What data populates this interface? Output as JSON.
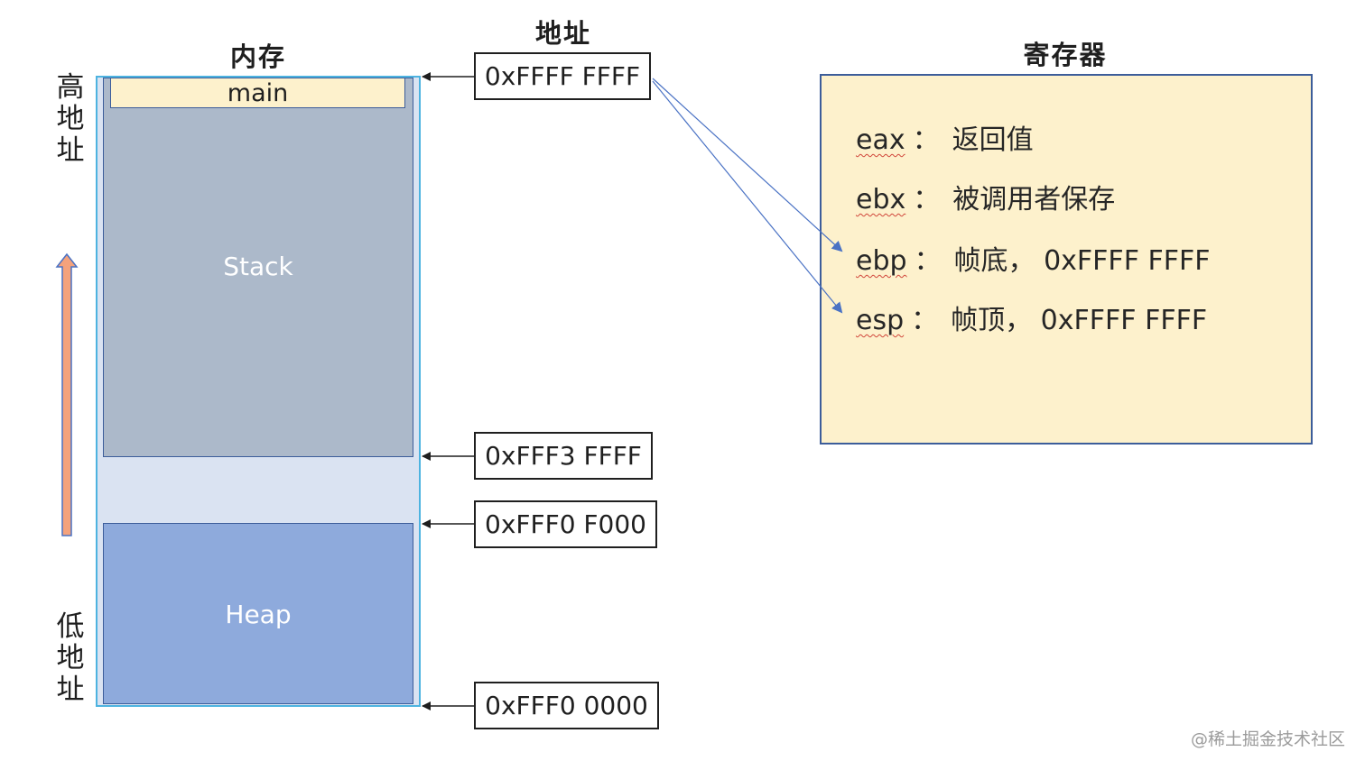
{
  "titles": {
    "memory": "内存",
    "address": "地址",
    "registers": "寄存器"
  },
  "axis": {
    "high": "高地址",
    "low": "低地址"
  },
  "memory": {
    "main": "main",
    "stack": "Stack",
    "heap": "Heap"
  },
  "addresses": [
    "0xFFFF FFFF",
    "0xFFF3 FFFF",
    "0xFFF0 F000",
    "0xFFF0 0000"
  ],
  "registers": [
    {
      "name": "eax",
      "colon": "：",
      "desc": "返回值"
    },
    {
      "name": "ebx",
      "colon": "：",
      "desc": "被调用者保存"
    },
    {
      "name": "ebp",
      "colon": "：",
      "desc": "帧底， 0xFFFF FFFF"
    },
    {
      "name": "esp",
      "colon": "：",
      "desc": "帧顶， 0xFFFF FFFF"
    }
  ],
  "colors": {
    "arrow_up": "#f4a27c",
    "stack": "#acb9ca",
    "heap": "#8eaadc",
    "gap": "#dae3f2",
    "panel": "#fdf1cc",
    "link": "#4a72c4"
  },
  "watermark": "@稀土掘金技术社区"
}
